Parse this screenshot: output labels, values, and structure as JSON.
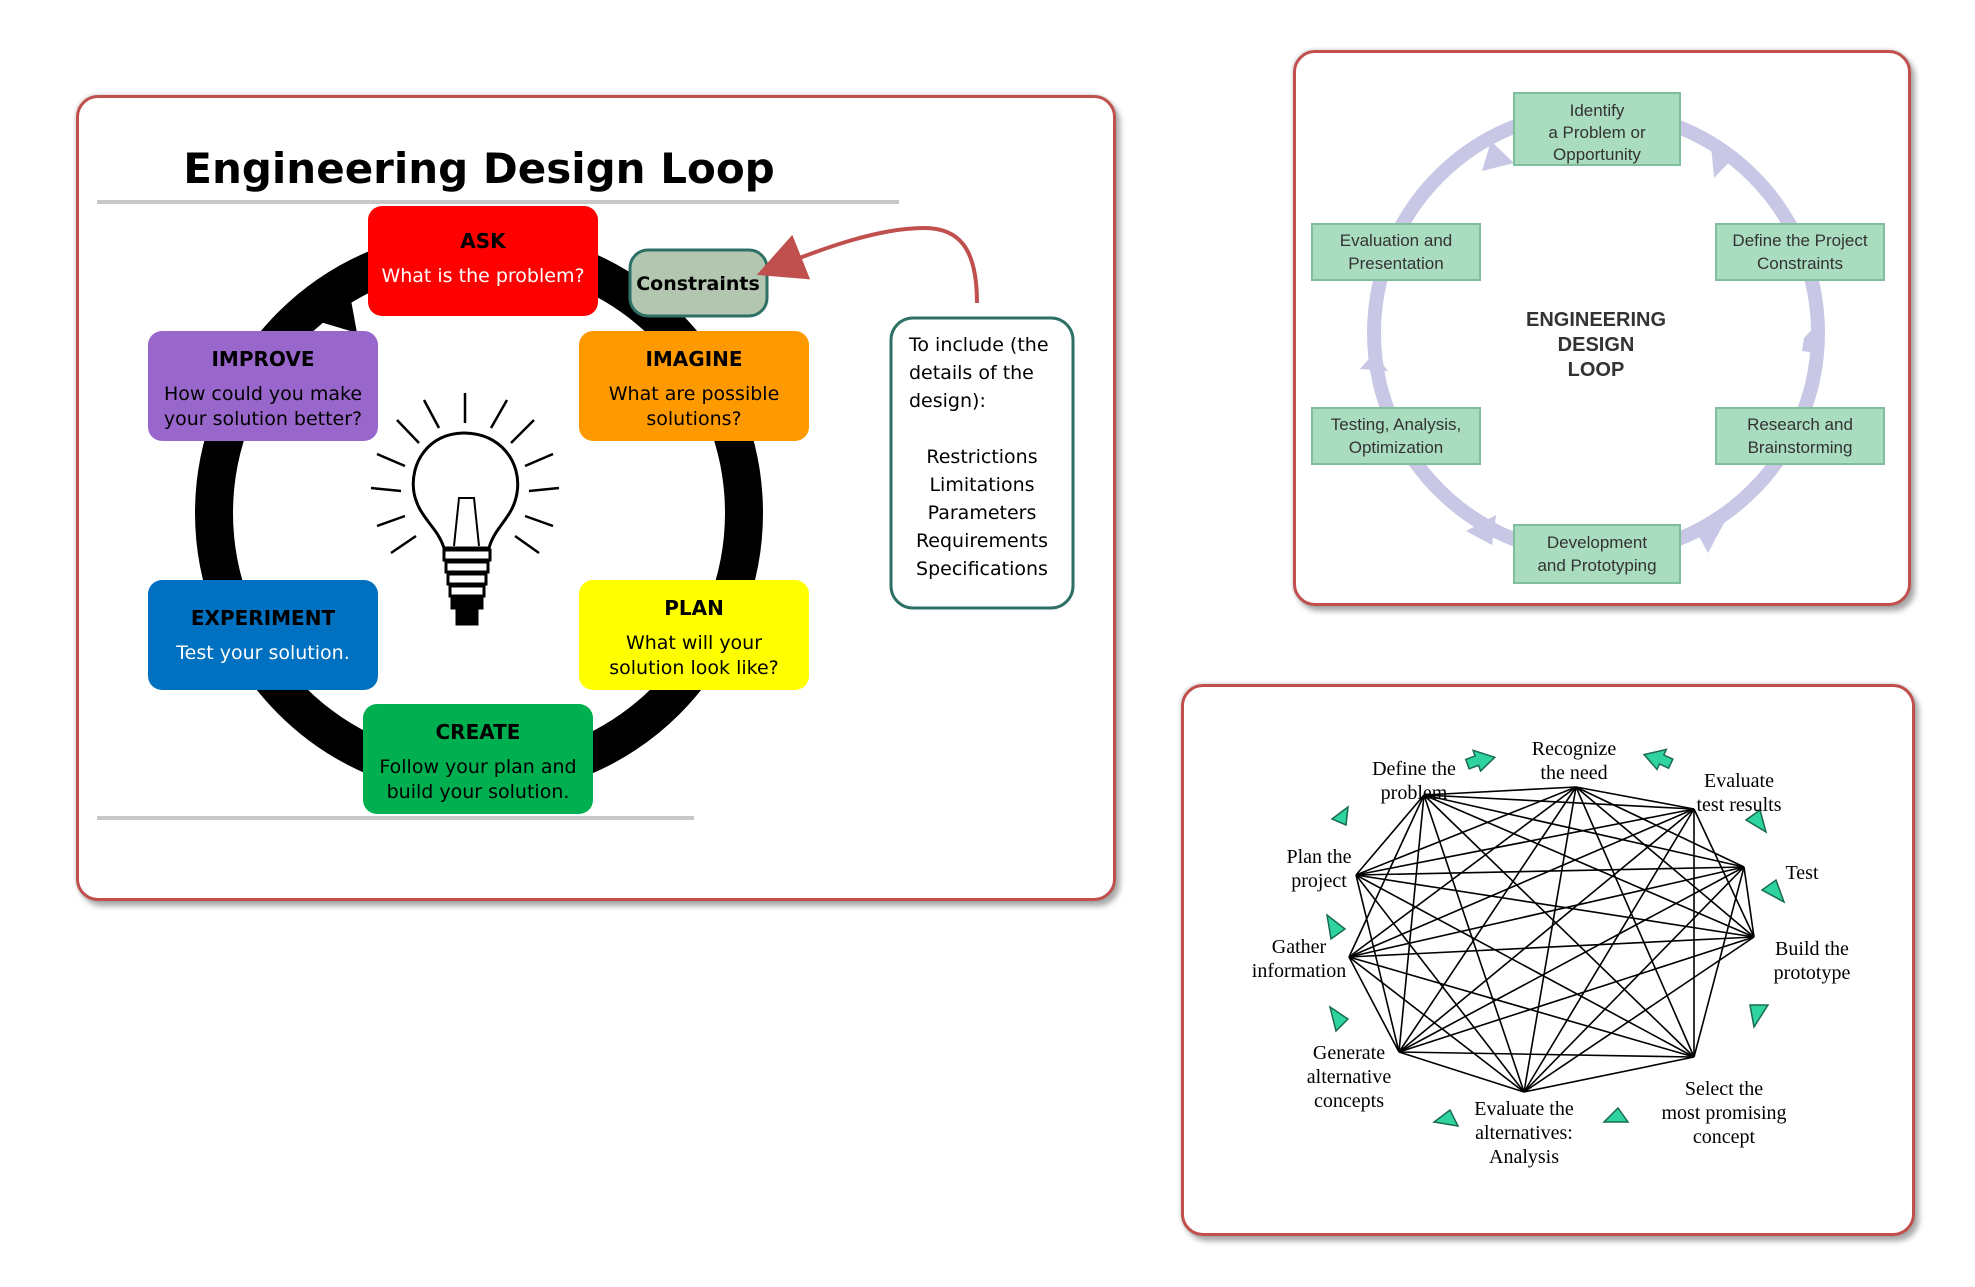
{
  "left": {
    "title": "Engineering Design Loop",
    "steps": [
      {
        "label": "ASK",
        "text": "What is the problem?",
        "color": "#ff0000"
      },
      {
        "label": "IMAGINE",
        "text": [
          "What are  possible",
          "solutions?"
        ],
        "color": "#ff9900"
      },
      {
        "label": "PLAN",
        "text": [
          "What will your",
          "solution look like?"
        ],
        "color": "#ffff00"
      },
      {
        "label": "CREATE",
        "text": [
          "Follow your plan and",
          "build your solution."
        ],
        "color": "#00b050"
      },
      {
        "label": "EXPERIMENT",
        "text": "Test  your solution.",
        "color": "#0070c0"
      },
      {
        "label": "IMPROVE",
        "text": [
          "How could you make",
          "your solution better?"
        ],
        "color": "#9966cc"
      }
    ],
    "constraints": "Constraints",
    "note": {
      "intro": [
        "To include  (the",
        "details of the",
        "design):"
      ],
      "items": [
        "Restrictions",
        "Limitations",
        "Parameters",
        "Requirements",
        "Specifications"
      ]
    }
  },
  "top_right": {
    "center": [
      "ENGINEERING",
      "DESIGN",
      "LOOP"
    ],
    "boxes": [
      [
        "Identify",
        "a Problem or",
        "Opportunity"
      ],
      [
        "Define the Project",
        "Constraints"
      ],
      [
        "Research and",
        "Brainstorming"
      ],
      [
        "Development",
        "and Prototyping"
      ],
      [
        "Testing, Analysis,",
        "Optimization"
      ],
      [
        "Evaluation and",
        "Presentation"
      ]
    ],
    "box_color": "#aadcc0",
    "arrow_color": "#c8c8e6"
  },
  "bottom_right": {
    "nodes": [
      [
        "Recognize",
        "the need"
      ],
      [
        "Evaluate",
        "test results"
      ],
      [
        "Test"
      ],
      [
        "Build the",
        "prototype"
      ],
      [
        "Select the",
        "most promising",
        "concept"
      ],
      [
        "Evaluate the",
        "alternatives:",
        "Analysis"
      ],
      [
        "Generate",
        "alternative",
        "concepts"
      ],
      [
        "Gather",
        "information"
      ],
      [
        "Plan the",
        "project"
      ],
      [
        "Define the",
        "problem"
      ]
    ],
    "arrow_color": "#2fd3a0"
  }
}
